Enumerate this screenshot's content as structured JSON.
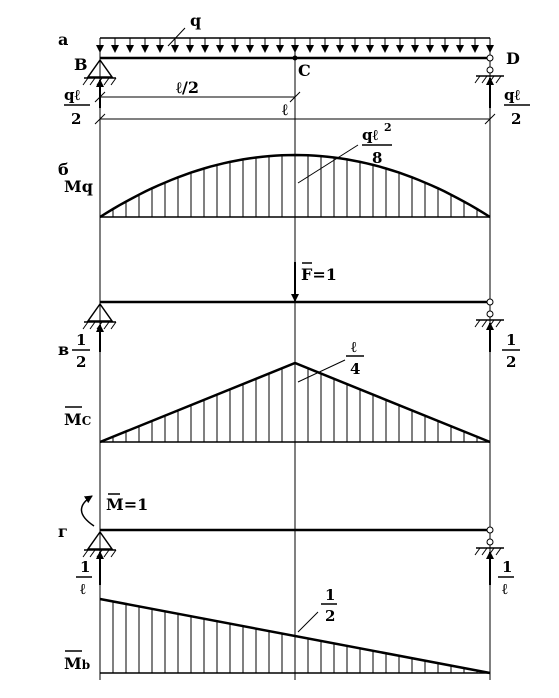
{
  "panel_a": {
    "letter": "а",
    "load_label": "q",
    "node_b": "B",
    "node_c": "C",
    "node_d": "D",
    "dim_half": "ℓ/2",
    "dim_full": "ℓ",
    "reaction_num": "qℓ",
    "reaction_den": "2"
  },
  "panel_b": {
    "letter": "б",
    "diagram_label": "Mq",
    "max_num": "qℓ",
    "max_num_sup": "2",
    "max_den": "8"
  },
  "panel_v": {
    "letter": "в",
    "force_label": "F=1",
    "reaction_num": "1",
    "reaction_den": "2",
    "diagram_label": "M",
    "diagram_sub": "C",
    "max_num": "ℓ",
    "max_den": "4"
  },
  "panel_g": {
    "letter": "г",
    "moment_label": "M=1",
    "reaction_num": "1",
    "reaction_den": "ℓ",
    "diagram_label": "M",
    "diagram_sub": "b",
    "mid_num": "1",
    "mid_den": "2"
  }
}
